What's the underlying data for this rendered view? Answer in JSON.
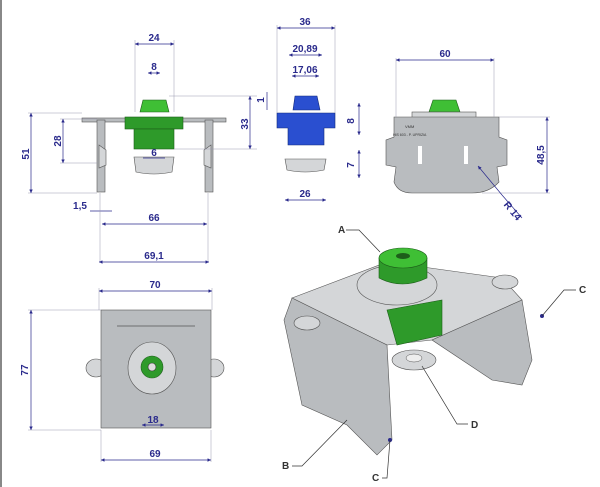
{
  "front_view": {
    "dims": {
      "d24": "24",
      "d8": "8",
      "d1": "1",
      "d33": "33",
      "d28": "28",
      "d51": "51",
      "d6": "6",
      "d1_5": "1,5",
      "d66": "66",
      "d69_1": "69,1"
    }
  },
  "grommet_view": {
    "dims": {
      "d36": "36",
      "d20_89": "20,89",
      "d17_06": "17,06",
      "d8": "8",
      "d7": "7",
      "d26": "26"
    }
  },
  "side_view": {
    "dims": {
      "d60": "60",
      "d48_5": "48,5",
      "r14": "R 14"
    },
    "marking_line1": "VMM",
    "marking_line2": "HIS 603 - P. UPRIZIA"
  },
  "top_view": {
    "dims": {
      "d70": "70",
      "d77": "77",
      "d18": "18",
      "d69": "69"
    }
  },
  "iso_view": {
    "labels": {
      "a": "A",
      "b": "B",
      "c_right": "C",
      "c_bottom": "C",
      "d": "D"
    }
  },
  "colors": {
    "dimension": "#2a2a8c",
    "green_part": "#2e9a2a",
    "blue_part": "#2a4fd0",
    "metal": "#b9bcbf"
  }
}
